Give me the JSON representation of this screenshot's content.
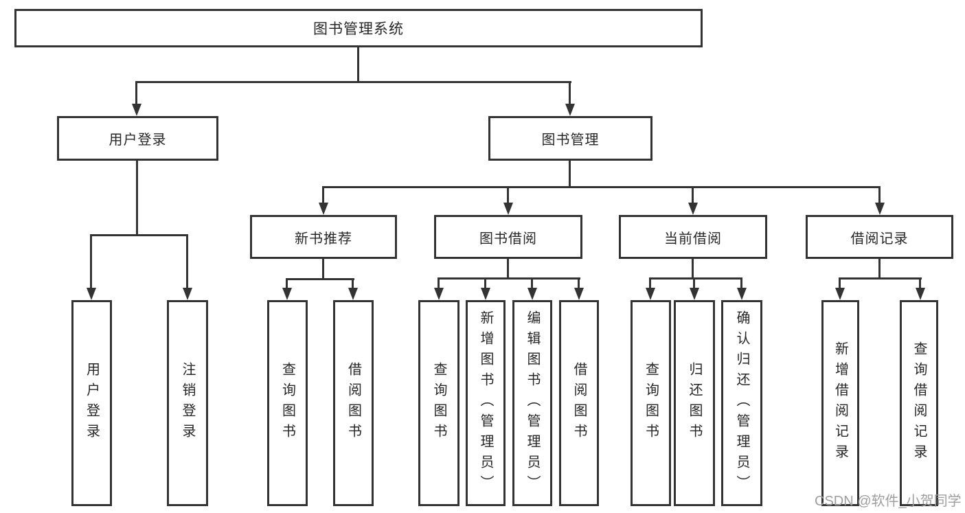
{
  "diagram": {
    "title": "图书管理系统",
    "nodes": {
      "root": "图书管理系统",
      "user_login": "用户登录",
      "book_mgmt": "图书管理",
      "new_book_rec": "新书推荐",
      "book_borrow": "图书借阅",
      "current_borrow": "当前借阅",
      "borrow_records": "借阅记录",
      "leaf_user_login": "用户登录",
      "leaf_logout": "注销登录",
      "leaf_query_book_rec": "查询图书",
      "leaf_borrow_book_rec": "借阅图书",
      "leaf_query_book_borrow": "查询图书",
      "leaf_add_book_admin": "新增图书（管理员）",
      "leaf_edit_book_admin": "编辑图书（管理员）",
      "leaf_borrow_book_borrow": "借阅图书",
      "leaf_query_book_current": "查询图书",
      "leaf_return_book": "归还图书",
      "leaf_confirm_return_admin": "确认归还（管理员）",
      "leaf_add_borrow_record": "新增借阅记录",
      "leaf_query_borrow_record": "查询借阅记录"
    }
  },
  "watermark": "CSDN @软件_小贺同学",
  "colors": {
    "line": "#333333",
    "text": "#262626",
    "watermark": "#9e9e9e",
    "background": "#ffffff"
  }
}
